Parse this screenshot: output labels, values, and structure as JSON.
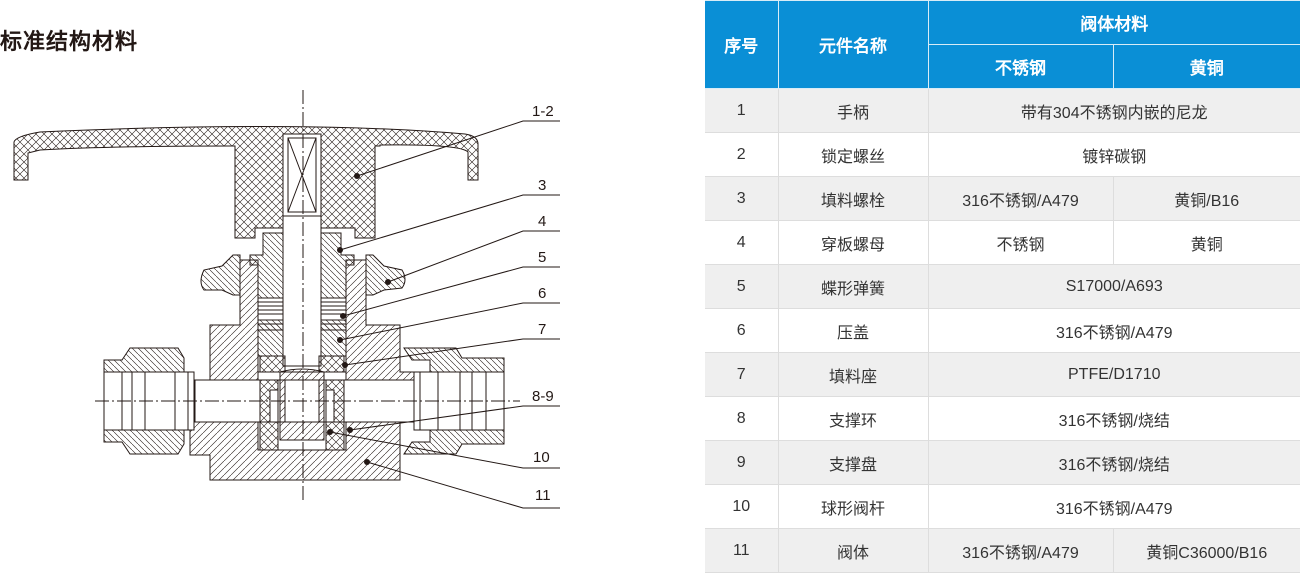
{
  "title": "标准结构材料",
  "diagram": {
    "callouts": [
      "1-2",
      "3",
      "4",
      "5",
      "6",
      "7",
      "8-9",
      "10",
      "11"
    ]
  },
  "table": {
    "header": {
      "col_no": "序号",
      "col_name": "元件名称",
      "col_material": "阀体材料",
      "col_ss": "不锈钢",
      "col_brass": "黄铜"
    },
    "rows": [
      {
        "no": "1",
        "name": "手柄",
        "merged": true,
        "material": "带有304不锈钢内嵌的尼龙"
      },
      {
        "no": "2",
        "name": "锁定螺丝",
        "merged": true,
        "material": "镀锌碳钢"
      },
      {
        "no": "3",
        "name": "填料螺栓",
        "merged": false,
        "ss": "316不锈钢/A479",
        "brass": "黄铜/B16"
      },
      {
        "no": "4",
        "name": "穿板螺母",
        "merged": false,
        "ss": "不锈钢",
        "brass": "黄铜"
      },
      {
        "no": "5",
        "name": "蝶形弹簧",
        "merged": true,
        "material": "S17000/A693"
      },
      {
        "no": "6",
        "name": "压盖",
        "merged": true,
        "material": "316不锈钢/A479"
      },
      {
        "no": "7",
        "name": "填料座",
        "merged": true,
        "material": "PTFE/D1710"
      },
      {
        "no": "8",
        "name": "支撑环",
        "merged": true,
        "material": "316不锈钢/烧结"
      },
      {
        "no": "9",
        "name": "支撑盘",
        "merged": true,
        "material": "316不锈钢/烧结"
      },
      {
        "no": "10",
        "name": "球形阀杆",
        "merged": true,
        "material": "316不锈钢/A479"
      },
      {
        "no": "11",
        "name": "阀体",
        "merged": false,
        "ss": "316不锈钢/A479",
        "brass": "黄铜C36000/B16"
      }
    ]
  },
  "colors": {
    "header_bg": "#0a8fd6",
    "row_alt_bg": "#efefef",
    "line": "#231815"
  }
}
